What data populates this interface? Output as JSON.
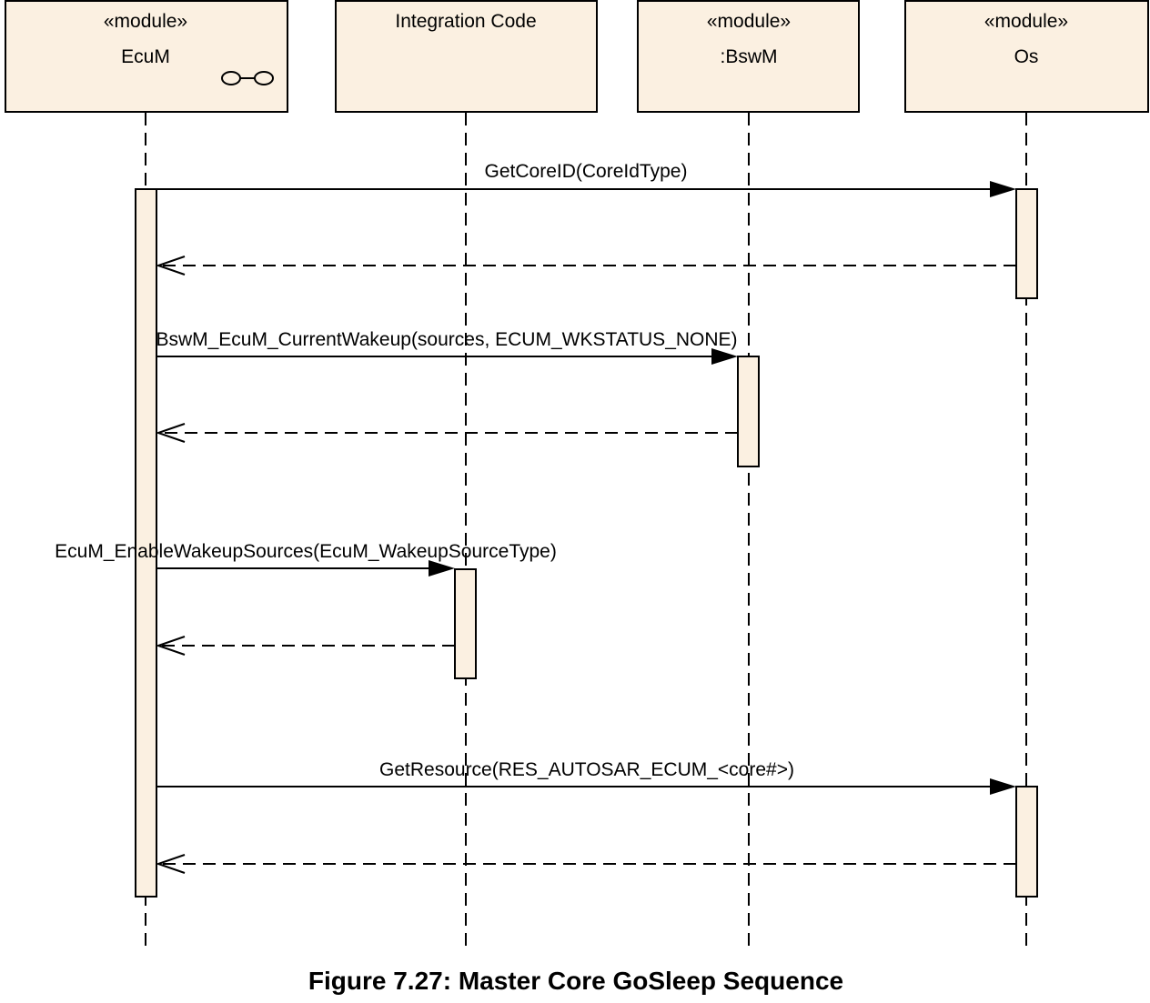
{
  "participants": [
    {
      "stereotype": "«module»",
      "name": "EcuM"
    },
    {
      "stereotype": "",
      "name": "Integration Code"
    },
    {
      "stereotype": "«module»",
      "name": ":BswM"
    },
    {
      "stereotype": "«module»",
      "name": "Os"
    }
  ],
  "messages": [
    {
      "label": "GetCoreID(CoreIdType)"
    },
    {
      "label": "BswM_EcuM_CurrentWakeup(sources, ECUM_WKSTATUS_NONE)"
    },
    {
      "label": "EcuM_EnableWakeupSources(EcuM_WakeupSourceType)"
    },
    {
      "label": "GetResource(RES_AUTOSAR_ECUM_<core#>)"
    }
  ],
  "caption": "Figure 7.27: Master Core GoSleep Sequence",
  "colors": {
    "box_fill": "#fbf0e1",
    "line": "#000000"
  }
}
